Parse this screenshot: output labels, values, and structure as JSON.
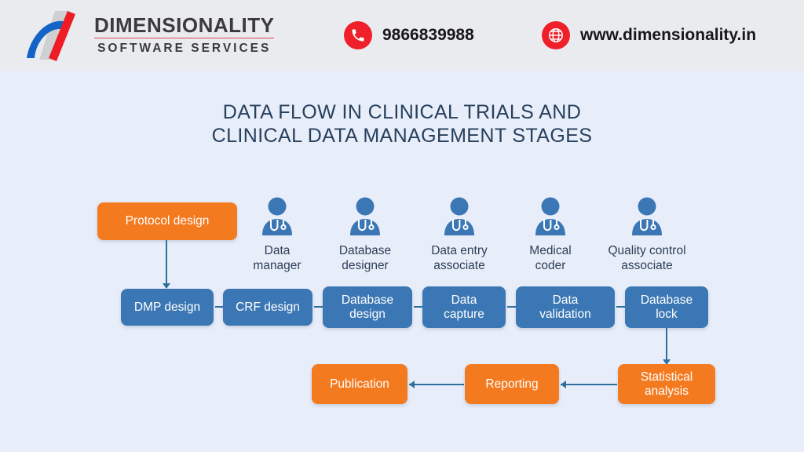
{
  "header": {
    "logo": {
      "title": "DIMENSIONALITY",
      "subtitle": "SOFTWARE SERVICES",
      "mark_icon": "dimensionality-logo-icon",
      "colors": {
        "gray_bar": "#cfd0d2",
        "blue_swoosh": "#1464c8",
        "red_bar": "#ee1c25",
        "text": "#3b3b3f"
      }
    },
    "phone": {
      "icon": "phone-icon",
      "value": "9866839988"
    },
    "website": {
      "icon": "globe-icon",
      "value": "www.dimensionality.in"
    },
    "icon_circle_color": "#ef2029",
    "background": "#eaebee"
  },
  "title": {
    "line1": "DATA FLOW IN CLINICAL TRIALS AND",
    "line2": "CLINICAL DATA MANAGEMENT STAGES",
    "color": "#27405c"
  },
  "diagram": {
    "background": "#e8edfa",
    "colors": {
      "blue": "#3b77b4",
      "orange": "#f47a20",
      "arrow": "#2e6f9e",
      "label_text": "#2c3e55"
    },
    "roles": [
      {
        "icon": "person-with-stethoscope-icon",
        "line1": "Data",
        "line2": "manager"
      },
      {
        "icon": "person-with-stethoscope-icon",
        "line1": "Database",
        "line2": "designer"
      },
      {
        "icon": "person-with-stethoscope-icon",
        "line1": "Data entry",
        "line2": "associate"
      },
      {
        "icon": "person-with-stethoscope-icon",
        "line1": "Medical",
        "line2": "coder"
      },
      {
        "icon": "person-with-stethoscope-icon",
        "line1": "Quality control",
        "line2": "associate"
      }
    ],
    "start_box": {
      "label": "Protocol design",
      "color": "orange"
    },
    "stage_boxes": [
      {
        "line1": "DMP design",
        "line2": "",
        "color": "blue"
      },
      {
        "line1": "CRF design",
        "line2": "",
        "color": "blue"
      },
      {
        "line1": "Database",
        "line2": "design",
        "color": "blue"
      },
      {
        "line1": "Data",
        "line2": "capture",
        "color": "blue"
      },
      {
        "line1": "Data",
        "line2": "validation",
        "color": "blue"
      },
      {
        "line1": "Database",
        "line2": "lock",
        "color": "blue"
      }
    ],
    "output_boxes": [
      {
        "line1": "Publication",
        "line2": "",
        "color": "orange"
      },
      {
        "line1": "Reporting",
        "line2": "",
        "color": "orange"
      },
      {
        "line1": "Statistical",
        "line2": "analysis",
        "color": "orange"
      }
    ]
  }
}
